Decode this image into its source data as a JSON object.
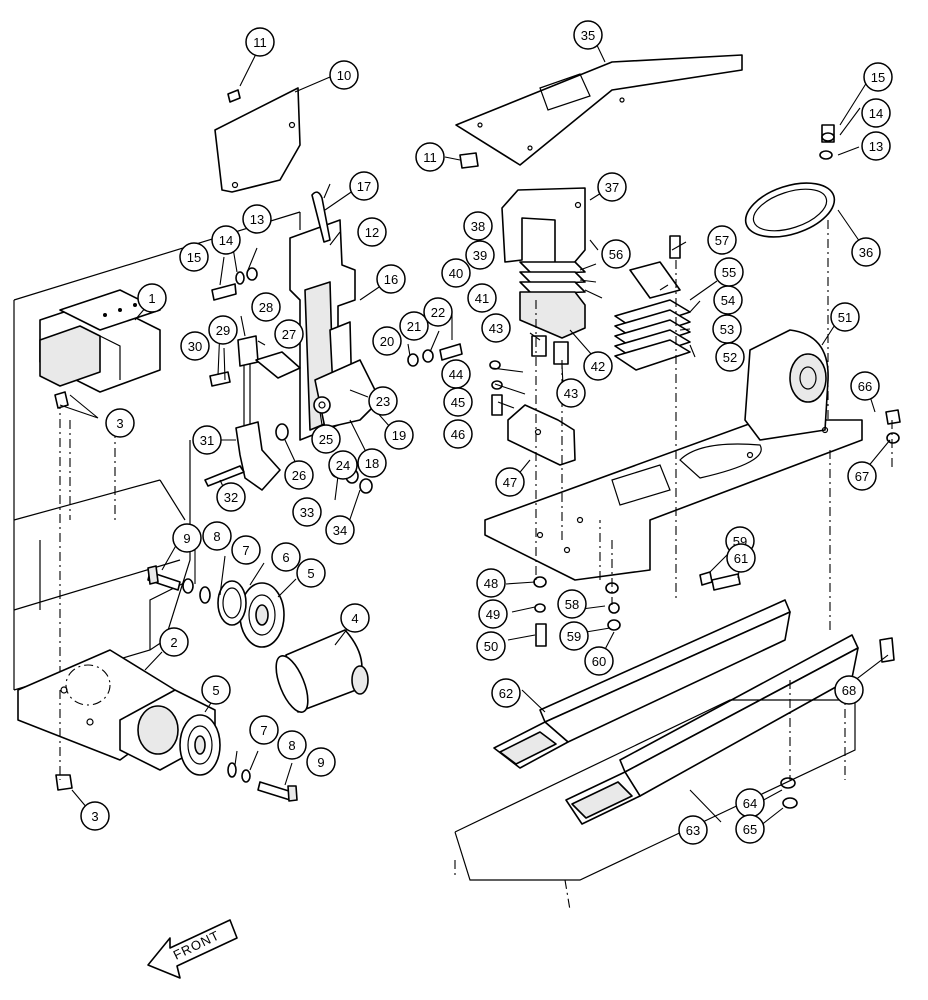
{
  "callouts": [
    {
      "id": "1",
      "label": "1"
    },
    {
      "id": "2",
      "label": "2"
    },
    {
      "id": "3a",
      "label": "3"
    },
    {
      "id": "3b",
      "label": "3"
    },
    {
      "id": "4",
      "label": "4"
    },
    {
      "id": "5a",
      "label": "5"
    },
    {
      "id": "5b",
      "label": "5"
    },
    {
      "id": "6",
      "label": "6"
    },
    {
      "id": "7a",
      "label": "7"
    },
    {
      "id": "7b",
      "label": "7"
    },
    {
      "id": "8a",
      "label": "8"
    },
    {
      "id": "8b",
      "label": "8"
    },
    {
      "id": "9a",
      "label": "9"
    },
    {
      "id": "9b",
      "label": "9"
    },
    {
      "id": "10",
      "label": "10"
    },
    {
      "id": "11a",
      "label": "11"
    },
    {
      "id": "11b",
      "label": "11"
    },
    {
      "id": "12",
      "label": "12"
    },
    {
      "id": "13a",
      "label": "13"
    },
    {
      "id": "13b",
      "label": "13"
    },
    {
      "id": "14a",
      "label": "14"
    },
    {
      "id": "14b",
      "label": "14"
    },
    {
      "id": "15a",
      "label": "15"
    },
    {
      "id": "15b",
      "label": "15"
    },
    {
      "id": "16",
      "label": "16"
    },
    {
      "id": "17",
      "label": "17"
    },
    {
      "id": "18",
      "label": "18"
    },
    {
      "id": "19",
      "label": "19"
    },
    {
      "id": "20",
      "label": "20"
    },
    {
      "id": "21",
      "label": "21"
    },
    {
      "id": "22",
      "label": "22"
    },
    {
      "id": "23",
      "label": "23"
    },
    {
      "id": "24",
      "label": "24"
    },
    {
      "id": "25",
      "label": "25"
    },
    {
      "id": "26",
      "label": "26"
    },
    {
      "id": "27",
      "label": "27"
    },
    {
      "id": "28",
      "label": "28"
    },
    {
      "id": "29",
      "label": "29"
    },
    {
      "id": "30",
      "label": "30"
    },
    {
      "id": "31",
      "label": "31"
    },
    {
      "id": "32",
      "label": "32"
    },
    {
      "id": "33",
      "label": "33"
    },
    {
      "id": "34",
      "label": "34"
    },
    {
      "id": "35",
      "label": "35"
    },
    {
      "id": "36",
      "label": "36"
    },
    {
      "id": "37",
      "label": "37"
    },
    {
      "id": "38",
      "label": "38"
    },
    {
      "id": "39",
      "label": "39"
    },
    {
      "id": "40",
      "label": "40"
    },
    {
      "id": "41",
      "label": "41"
    },
    {
      "id": "42",
      "label": "42"
    },
    {
      "id": "43a",
      "label": "43"
    },
    {
      "id": "43b",
      "label": "43"
    },
    {
      "id": "44",
      "label": "44"
    },
    {
      "id": "45",
      "label": "45"
    },
    {
      "id": "46",
      "label": "46"
    },
    {
      "id": "47",
      "label": "47"
    },
    {
      "id": "48",
      "label": "48"
    },
    {
      "id": "49",
      "label": "49"
    },
    {
      "id": "50",
      "label": "50"
    },
    {
      "id": "51",
      "label": "51"
    },
    {
      "id": "52",
      "label": "52"
    },
    {
      "id": "53",
      "label": "53"
    },
    {
      "id": "54",
      "label": "54"
    },
    {
      "id": "55",
      "label": "55"
    },
    {
      "id": "56",
      "label": "56"
    },
    {
      "id": "57",
      "label": "57"
    },
    {
      "id": "58",
      "label": "58"
    },
    {
      "id": "59a",
      "label": "59"
    },
    {
      "id": "59b",
      "label": "59"
    },
    {
      "id": "60",
      "label": "60"
    },
    {
      "id": "61",
      "label": "61"
    },
    {
      "id": "62",
      "label": "62"
    },
    {
      "id": "63",
      "label": "63"
    },
    {
      "id": "64",
      "label": "64"
    },
    {
      "id": "65",
      "label": "65"
    },
    {
      "id": "66",
      "label": "66"
    },
    {
      "id": "67",
      "label": "67"
    },
    {
      "id": "68",
      "label": "68"
    }
  ],
  "front_arrow": {
    "label": "FRONT"
  },
  "colors": {
    "ink": "#000000",
    "paper": "#ffffff"
  }
}
